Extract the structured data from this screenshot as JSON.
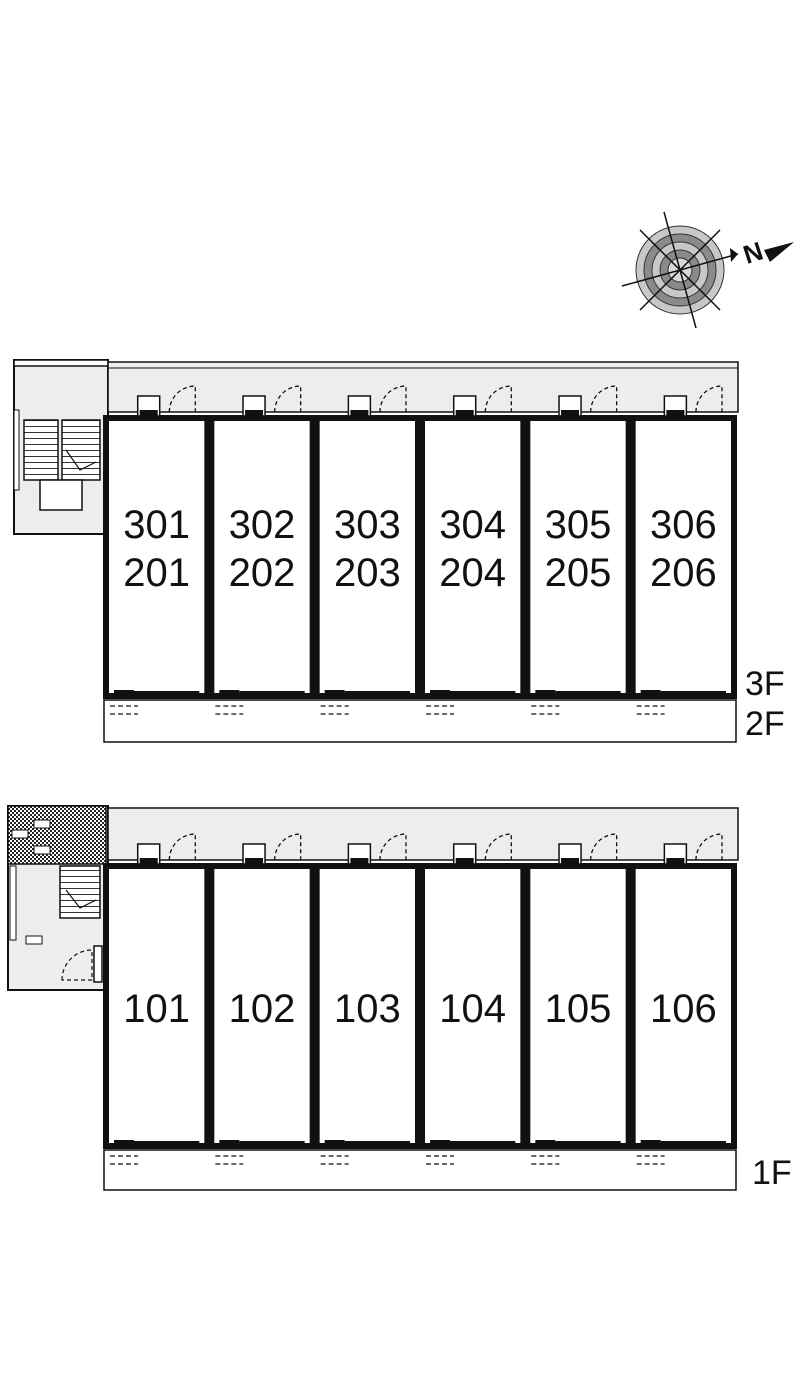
{
  "compass": {
    "north_letter": "N"
  },
  "upper_block": {
    "units": [
      {
        "top": "301",
        "bottom": "201"
      },
      {
        "top": "302",
        "bottom": "202"
      },
      {
        "top": "303",
        "bottom": "203"
      },
      {
        "top": "304",
        "bottom": "204"
      },
      {
        "top": "305",
        "bottom": "205"
      },
      {
        "top": "306",
        "bottom": "206"
      }
    ],
    "floor_labels": [
      "3F",
      "2F"
    ]
  },
  "lower_block": {
    "units": [
      "101",
      "102",
      "103",
      "104",
      "105",
      "106"
    ],
    "floor_labels": [
      "1F"
    ]
  },
  "colors": {
    "wall": "#111111",
    "corridor": "#ededed",
    "compass_ring_dark": "#7d7d7d",
    "compass_ring_light": "#c8c8c8"
  }
}
